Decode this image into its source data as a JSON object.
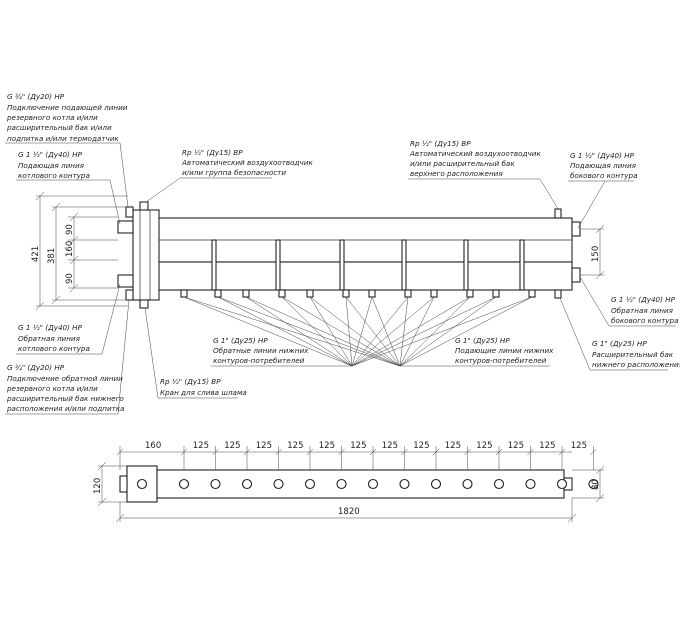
{
  "labels": {
    "l_supply_res_1": "G ¾\" (Ду20) НР",
    "l_supply_res_2": "Подключение подающей линии",
    "l_supply_res_3": "резервного котла и/или",
    "l_supply_res_4": "расширительный бак и/или",
    "l_supply_res_5": "подпитка и/или термодатчик",
    "l_supply_boiler_1": "G 1 ½\" (Ду40) НР",
    "l_supply_boiler_2": "Подающая линия",
    "l_supply_boiler_3": "котлового контура",
    "l_air_safety_1": "Rp ½\" (Ду15) ВР",
    "l_air_safety_2": "Автоматический воздухоотводчик",
    "l_air_safety_3": "и/или группа безопасности",
    "l_air_top_1": "Rp ½\" (Ду15) ВР",
    "l_air_top_2": "Автоматический воздухоотводчик",
    "l_air_top_3": "и/или расширительный бак",
    "l_air_top_4": "верхнего расположения",
    "l_side_supply_1": "G 1 ½\" (Ду40) НР",
    "l_side_supply_2": "Подающая линия",
    "l_side_supply_3": "бокового контура",
    "l_return_boiler_1": "G 1 ½\" (Ду40) НР",
    "l_return_boiler_2": "Обратная линия",
    "l_return_boiler_3": "котлового контура",
    "l_return_res_1": "G ¾\" (Ду20) НР",
    "l_return_res_2": "Подключение обратной линии",
    "l_return_res_3": "резервного котла и/или",
    "l_return_res_4": "расширительный бак нижнего",
    "l_return_res_5": "расположения и/или подпитка",
    "l_return_lower_1": "G 1\" (Ду25) НР",
    "l_return_lower_2": "Обратные линии нижних",
    "l_return_lower_3": "контуров-потребителей",
    "l_supply_lower_1": "G 1\" (Ду25) НР",
    "l_supply_lower_2": "Подающие линии нижних",
    "l_supply_lower_3": "контуров-потребителей",
    "l_drain_1": "Rp ½\" (Ду15) ВР",
    "l_drain_2": "Кран для слива шлама",
    "l_side_return_1": "G 1 ½\" (Ду40) НР",
    "l_side_return_2": "Обратная линия",
    "l_side_return_3": "бокового контура",
    "l_exp_low_1": "G 1\" (Ду25) НР",
    "l_exp_low_2": "Расширительный бак",
    "l_exp_low_3": "нижнего расположения"
  },
  "dims": {
    "d421": "421",
    "d381": "381",
    "d90a": "90",
    "d160": "160",
    "d90b": "90",
    "d150": "150",
    "d120": "120",
    "d80": "80",
    "d1820": "1820",
    "top": [
      "160",
      "125",
      "125",
      "125",
      "125",
      "125",
      "125",
      "125",
      "125",
      "125",
      "125",
      "125",
      "125",
      "125"
    ]
  }
}
